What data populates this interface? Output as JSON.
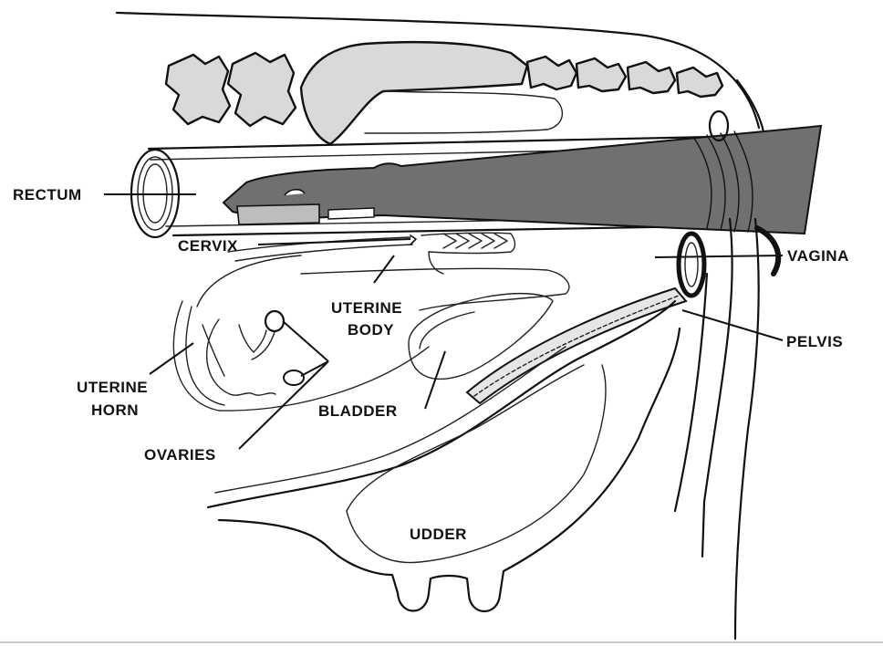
{
  "labels": {
    "rectum": "RECTUM",
    "cervix": "CERVIX",
    "vagina": "VAGINA",
    "uterine_body_1": "UTERINE",
    "uterine_body_2": "BODY",
    "pelvis": "PELVIS",
    "uterine_horn_1": "UTERINE",
    "uterine_horn_2": "HORN",
    "bladder": "BLADDER",
    "ovaries": "OVARIES",
    "udder": "UDDER"
  },
  "colors": {
    "arm_fill": "#707070",
    "bone_fill": "#d9d9d9",
    "line": "#111111",
    "background": "#ffffff"
  }
}
